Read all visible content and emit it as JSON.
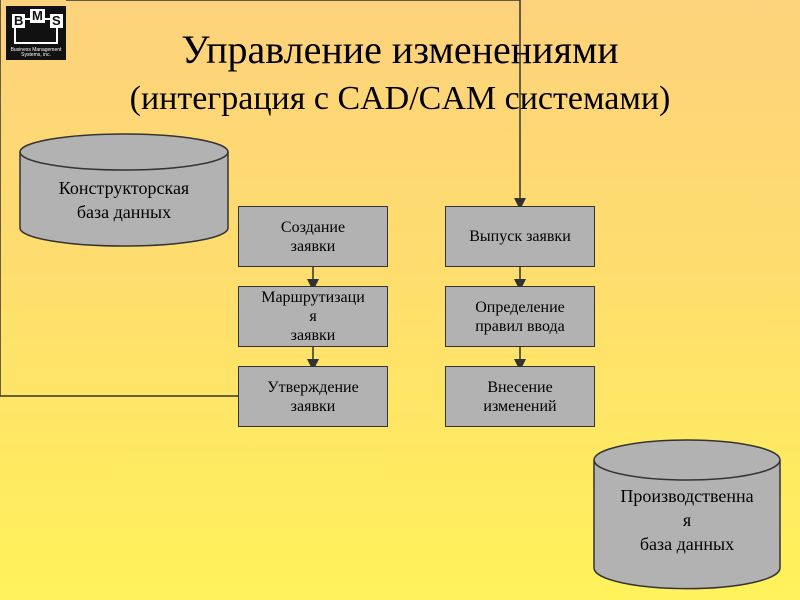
{
  "title": {
    "line1": "Управление изменениями",
    "line2": "(интеграция с CAD/CAM системами)"
  },
  "logo": {
    "letter_b": "B",
    "letter_m": "M",
    "letter_s": "S",
    "tagline1": "Business Management",
    "tagline2": "Systems, inc."
  },
  "databases": {
    "design": "Конструкторская\nбаза данных",
    "production": "Производственна\nя\nбаза  данных"
  },
  "steps": {
    "create": "Создание\nзаявки",
    "route": "Маршрутизаци\nя\nзаявки",
    "approve": "Утверждение\nзаявки",
    "release": "Выпуск заявки",
    "rules": "Определение\nправил ввода",
    "apply": "Внесение\nизменений"
  },
  "colors": {
    "box_fill": "#b2b2b2",
    "cylinder_fill": "#b2b2b2",
    "line": "#333333"
  }
}
